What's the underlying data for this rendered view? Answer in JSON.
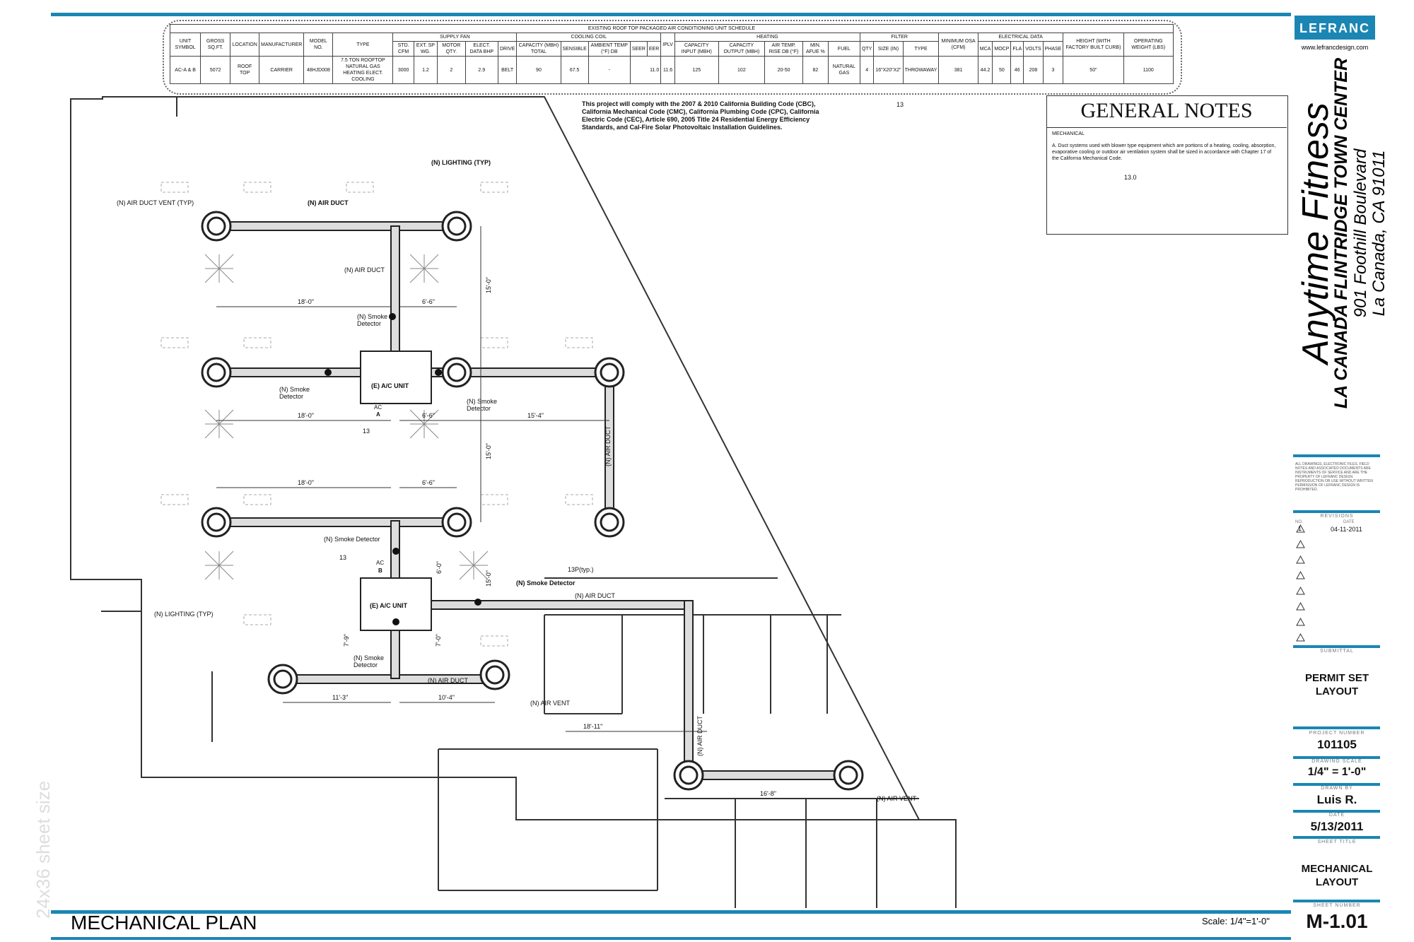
{
  "schedule": {
    "title": "EXISTING ROOF TOP PACKAGED AIR CONDITIONING UNIT SCHEDULE",
    "groups": {
      "supply_fan": "SUPPLY FAN",
      "cooling_coil": "COOLING COIL",
      "heating": "HEATING",
      "filter": "FILTER",
      "electrical": "ELECTRICAL DATA"
    },
    "headers": {
      "unit_symbol": "UNIT SYMBOL",
      "gross_sqft": "GROSS SQ.FT.",
      "location": "LOCATION",
      "manufacturer": "MANUFACTURER",
      "model_no": "MODEL NO.",
      "type": "TYPE",
      "std_cfm": "STD. CFM",
      "ext_sp": "EXT. SP WG.",
      "motor_qty": "MOTOR QTY.",
      "elect_bhp": "ELECT. DATA BHP",
      "drive": "DRIVE",
      "cap_total": "CAPACITY (MBH) TOTAL",
      "cap_sensible": "SENSIBLE",
      "ambient": "AMBIENT TEMP (°F) DB",
      "seer": "SEER",
      "eer": "EER",
      "iplv": "IPLV",
      "heat_input": "CAPACITY INPUT (MBH)",
      "heat_output": "CAPACITY OUTPUT (MBH)",
      "air_temp": "AIR TEMP. RISE DB (°F)",
      "afue": "MIN. AFUE %",
      "fuel": "FUEL",
      "filter_qty": "QTY",
      "filter_size": "SIZE (IN)",
      "filter_type": "TYPE",
      "min_osa": "MINIMUM OSA (CFM)",
      "mca": "MCA",
      "mocp": "MOCP",
      "fla": "FLA",
      "volts": "VOLTS",
      "phase": "PHASE",
      "height": "HEIGHT (WITH FACTORY BUILT CURB)",
      "weight": "OPERATING WEIGHT (LBS)"
    },
    "row": {
      "unit_symbol": "AC-A & B",
      "gross_sqft": "5072",
      "location": "ROOF TOP",
      "manufacturer": "CARRIER",
      "model_no": "48HJD008",
      "type": "7.5 TON ROOFTOP NATURAL GAS HEATING ELECT. COOLING",
      "std_cfm": "3000",
      "ext_sp": "1.2",
      "motor_qty": "2",
      "elect_bhp": "2.9",
      "drive": "BELT",
      "cap_total": "90",
      "cap_sensible": "67.5",
      "ambient": "-",
      "seer": "11.0",
      "iplv": "11.6",
      "heat_input": "125",
      "heat_output": "102",
      "air_temp": "20-50",
      "afue": "82",
      "fuel": "NATURAL GAS",
      "filter_qty": "4",
      "filter_size": "16\"X20\"X2\"",
      "filter_type": "THROWAWAY",
      "min_osa": "381",
      "mca": "44.2",
      "mocp": "50",
      "fla": "46",
      "volts": "208",
      "phase": "3",
      "height": "50\"",
      "weight": "1100"
    }
  },
  "compliance_note": "This project will comply with the 2007 & 2010 California Building Code (CBC), California Mechanical Code (CMC), California Plumbing Code (CPC), California Electric Code (CEC), Article 690, 2005 Title 24 Residential Energy Efficiency Standards, and Cal-Fire Solar Photovoltaic Installation Guidelines.",
  "general_notes": {
    "title": "GENERAL NOTES",
    "section": "MECHANICAL",
    "item_a": "A.  Duct systems used with blower type equipment which are portions of a heating, cooling, absorption, evaporative cooling or outdoor air ventilation system shall be sized in accordance with Chapter 17 of the California Mechanical Code.",
    "ref": "13.0"
  },
  "project": {
    "name": "Anytime Fitness",
    "center": "LA CANADA FLINTRIDGE TOWN CENTER",
    "address1": "901 Foothill Boulevard",
    "address2": "La Canada, CA 91011"
  },
  "firm": {
    "logo": "LEFRANC",
    "website": "www.lefrancdesign.com"
  },
  "title_block": {
    "copyright": "ALL DRAWINGS, ELECTRONIC FILES, FIELD NOTES AND ASSOCIATED DOCUMENTS ARE INSTRUMENTS OF SERVICE AND ARE THE PROPERTY OF LEFRANC DESIGN. REPRODUCTION OR USE WITHOUT WRITTEN PERMISSION OF LEFRANC DESIGN IS PROHIBITED.",
    "revisions_label": "REVISIONS",
    "no_label": "NO.",
    "date_label": "DATE",
    "rev1_no": "1",
    "rev1_date": "04-11-2011",
    "submittal_label": "SUBMITTAL",
    "submittal": "PERMIT SET LAYOUT",
    "project_number_label": "PROJECT NUMBER",
    "project_number": "101105",
    "scale_label": "DRAWING SCALE",
    "scale": "1/4\" = 1'-0\"",
    "drawn_label": "DRAWN BY",
    "drawn_by": "Luis R.",
    "date_label2": "DATE",
    "date": "5/13/2011",
    "sheet_title_label": "SHEET TITLE",
    "sheet_title": "MECHANICAL LAYOUT",
    "sheet_number_label": "SHEET NUMBER",
    "sheet_number": "M-1.01"
  },
  "drawing": {
    "title": "MECHANICAL PLAN",
    "scale": "Scale: 1/4\"=1'-0\"",
    "sheet_size": "24x36 sheet size"
  },
  "labels": {
    "lighting_typ": "(N) LIGHTING (TYP)",
    "air_duct_vent": "(N) AIR DUCT VENT (TYP)",
    "air_duct": "(N) AIR DUCT",
    "air_duct_plain": "(N) AIR DUCT",
    "air_duct_vert": "(N) AIR DUCT",
    "smoke_detector": "(N) Smoke Detector",
    "smoke_detector_2": "(N) Smoke Detector",
    "smoke_detector_3": "(N) Smoke Detector",
    "smoke_detector_4": "(N) Smoke Detector",
    "smoke_detector_5": "(N) Smoke Detector",
    "smoke_detector_6": "(N) Smoke Detector",
    "ac_unit_a": "(E) A/C UNIT",
    "ac_unit_b": "(E) A/C UNIT",
    "ac_a_top": "AC",
    "ac_a_bottom": "A",
    "ac_b_top": "AC",
    "ac_b_bottom": "B",
    "air_vent": "(N) AIR VENT",
    "air_vent_2": "(N) AIR VENT",
    "ref_13": "13",
    "ref_13p": "13P(typ.)",
    "ref_13_b": "13",
    "ref_13_c": "13",
    "lighting_typ_2": "(N) LIGHTING (TYP)",
    "duct_right": "(N) AIR DUCT",
    "duct_lower": "(N) AIR DUCT",
    "duct_bottom": "(N) AIR DUCT"
  },
  "dimensions": {
    "d1": "18'-0\"",
    "d2": "6'-6\"",
    "d3": "15'-0\"",
    "d4": "18'-0\"",
    "d5": "6'-6\"",
    "d6": "15'-4\"",
    "d7": "15'-0\"",
    "d8": "18'-0\"",
    "d9": "6'-6\"",
    "d10": "6'-0\"",
    "d11": "15'-0\"",
    "d12": "7'-9\"",
    "d13": "7'-0\"",
    "d14": "11'-3\"",
    "d15": "10'-4\"",
    "d16": "18'-11\"",
    "d17": "16'-8\""
  }
}
